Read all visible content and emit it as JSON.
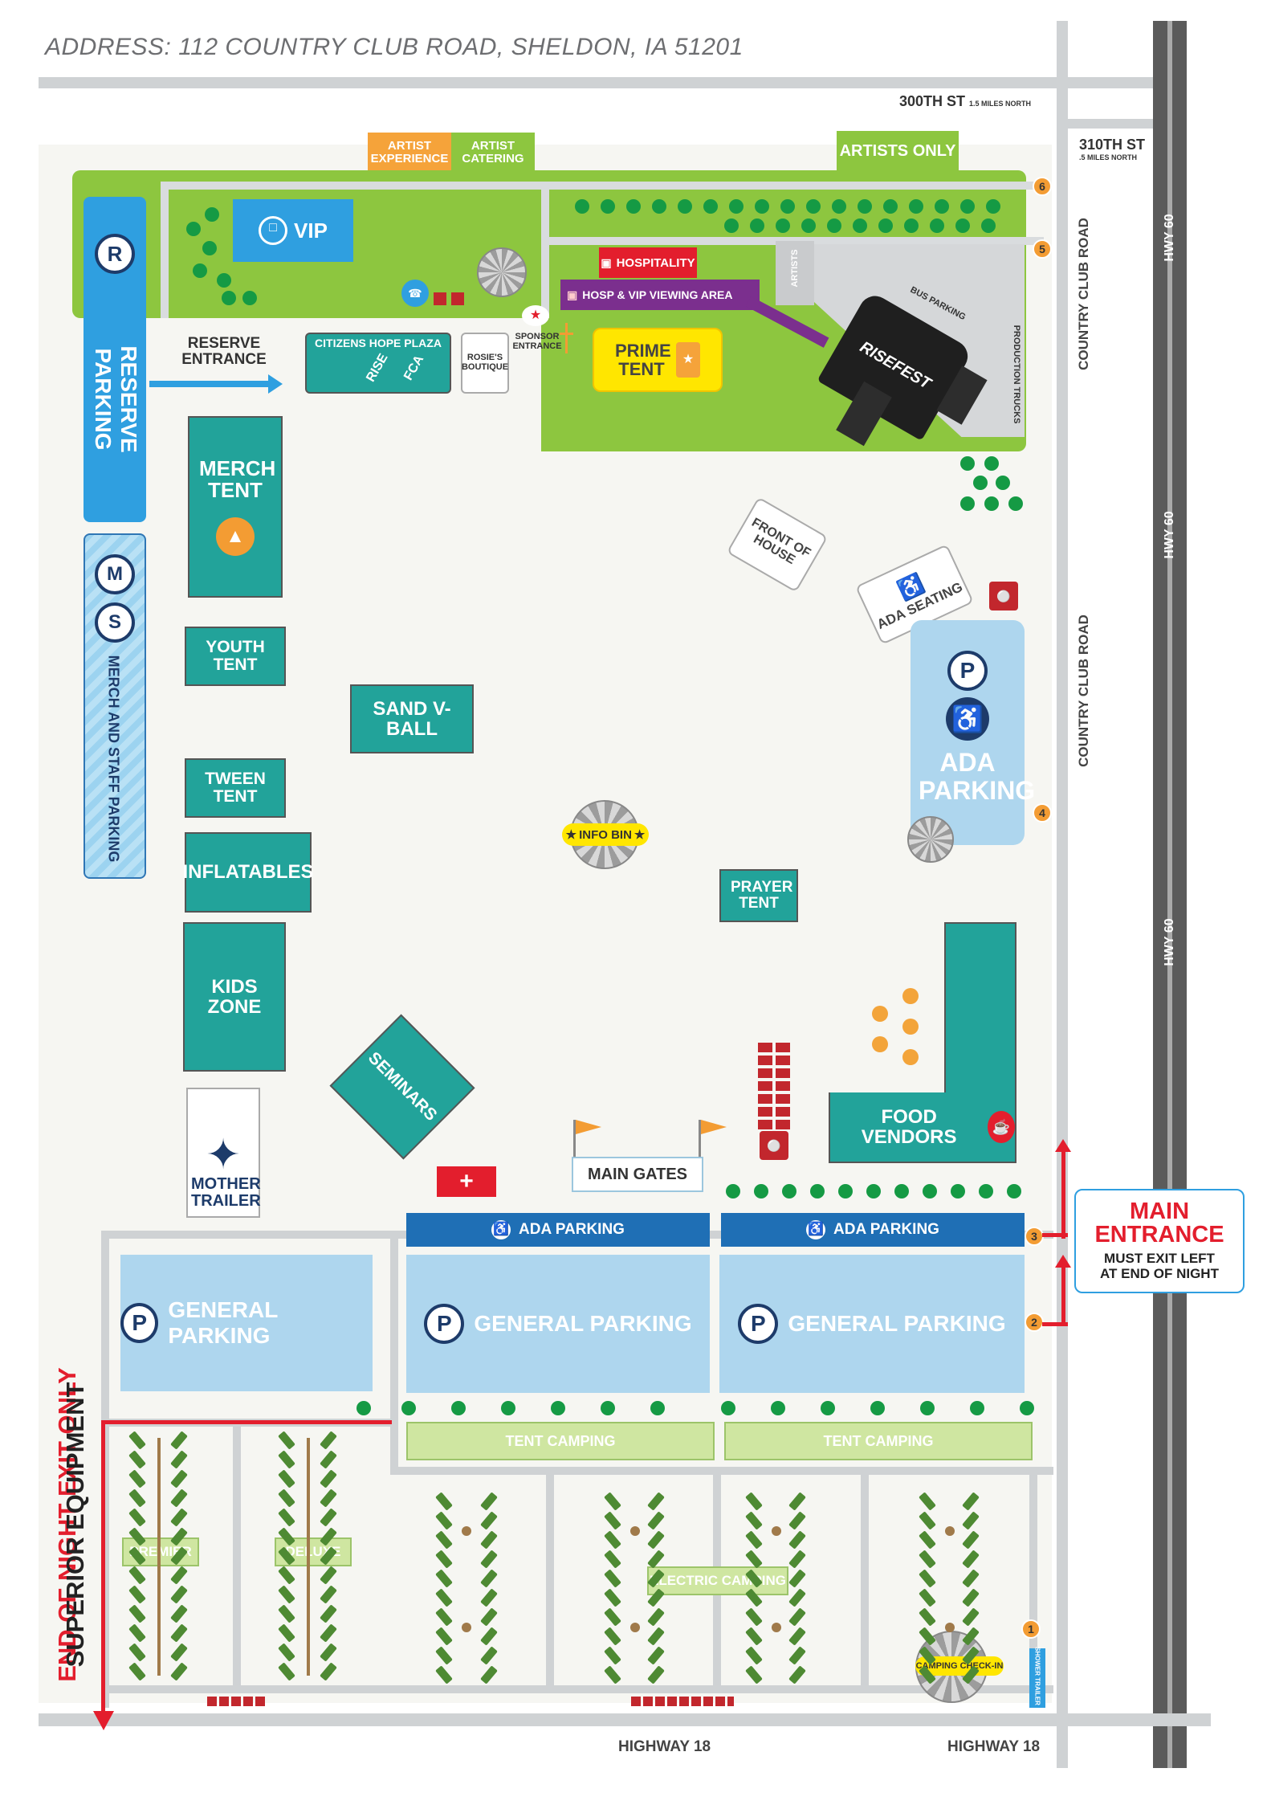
{
  "header": {
    "address": "ADDRESS: 112 COUNTRY CLUB ROAD, SHELDON, IA 51201"
  },
  "roads": {
    "street_300": "300TH ST",
    "street_300_note": "1.5 MILES NORTH",
    "street_310": "310TH ST",
    "street_310_note": ".5 MILES NORTH",
    "country_club_1": "COUNTRY CLUB ROAD",
    "country_club_2": "COUNTRY CLUB ROAD",
    "hwy60_1": "HWY 60",
    "hwy60_2": "HWY 60",
    "hwy60_3": "HWY 60",
    "highway18_1": "HIGHWAY 18",
    "highway18_2": "HIGHWAY 18"
  },
  "top_labels": {
    "artist_experience": "ARTIST EXPERIENCE",
    "artist_catering": "ARTIST CATERING",
    "artists_only": "ARTISTS ONLY"
  },
  "areas": {
    "vip": "VIP",
    "hospitality": "HOSPITALITY",
    "hosp_vip_viewing": "HOSP & VIP VIEWING AREA",
    "artists": "ARTISTS",
    "bus_parking": "BUS PARKING",
    "production_trucks": "PRODUCTION TRUCKS",
    "stage": "RISEFEST",
    "reserve_parking": "RESERVE PARKING",
    "reserve_entrance": "RESERVE ENTRANCE",
    "merch_staff_parking": "MERCH AND STAFF PARKING",
    "citizens_hope_plaza": "CITIZENS HOPE PLAZA",
    "rise": "RISE",
    "fca": "FCA",
    "rosies_boutique": "ROSIE'S BOUTIQUE",
    "sponsor_entrance": "SPONSOR ENTRANCE",
    "prime_tent": "PRIME TENT",
    "merch_tent": "MERCH TENT",
    "front_of_house": "FRONT OF HOUSE",
    "ada_seating": "ADA SEATING",
    "youth_tent": "YOUTH TENT",
    "sand_vball": "SAND V-BALL",
    "ada_parking_east": "ADA PARKING",
    "tween_tent": "TWEEN TENT",
    "inflatables": "INFLATABLES",
    "info_bin": "INFO BIN",
    "prayer_tent": "PRAYER TENT",
    "kids_zone": "KIDS ZONE",
    "seminars": "SEMINARS",
    "food_vendors": "FOOD VENDORS",
    "mother_trailer": "MOTHER TRAILER",
    "main_gates": "MAIN GATES",
    "ada_parking_1": "ADA PARKING",
    "ada_parking_2": "ADA PARKING",
    "general_parking_1": "GENERAL PARKING",
    "general_parking_2": "GENERAL PARKING",
    "general_parking_3": "GENERAL PARKING",
    "tent_camping_1": "TENT CAMPING",
    "tent_camping_2": "TENT CAMPING",
    "premier": "PREMIER",
    "deluxe": "DELUXE",
    "electric_camping": "ELECTRIC CAMPING",
    "camping_checkin": "CAMPING CHECK-IN",
    "shower_trailer": "SHOWER TRAILER"
  },
  "entrance": {
    "main_entrance": "MAIN ENTRANCE",
    "exit_note": "MUST EXIT LEFT AT END OF NIGHT"
  },
  "exit": {
    "end_of_night": "END OF NIGHT EXIT ONLY",
    "superior": "SUPERIOR EQUIPMENT"
  },
  "gates": [
    "1",
    "2",
    "3",
    "4",
    "5",
    "6"
  ],
  "icons": {
    "parking": "P",
    "reserve": "R",
    "merch": "M",
    "staff": "S"
  },
  "colors": {
    "teal": "#22a39a",
    "grass": "#8dc63f",
    "light_blue": "#aed6ee",
    "dark_blue": "#1f6fb5",
    "red": "#e31e2d",
    "orange": "#f39c33",
    "purple": "#7b2f8e",
    "yellow": "#ffe600"
  }
}
